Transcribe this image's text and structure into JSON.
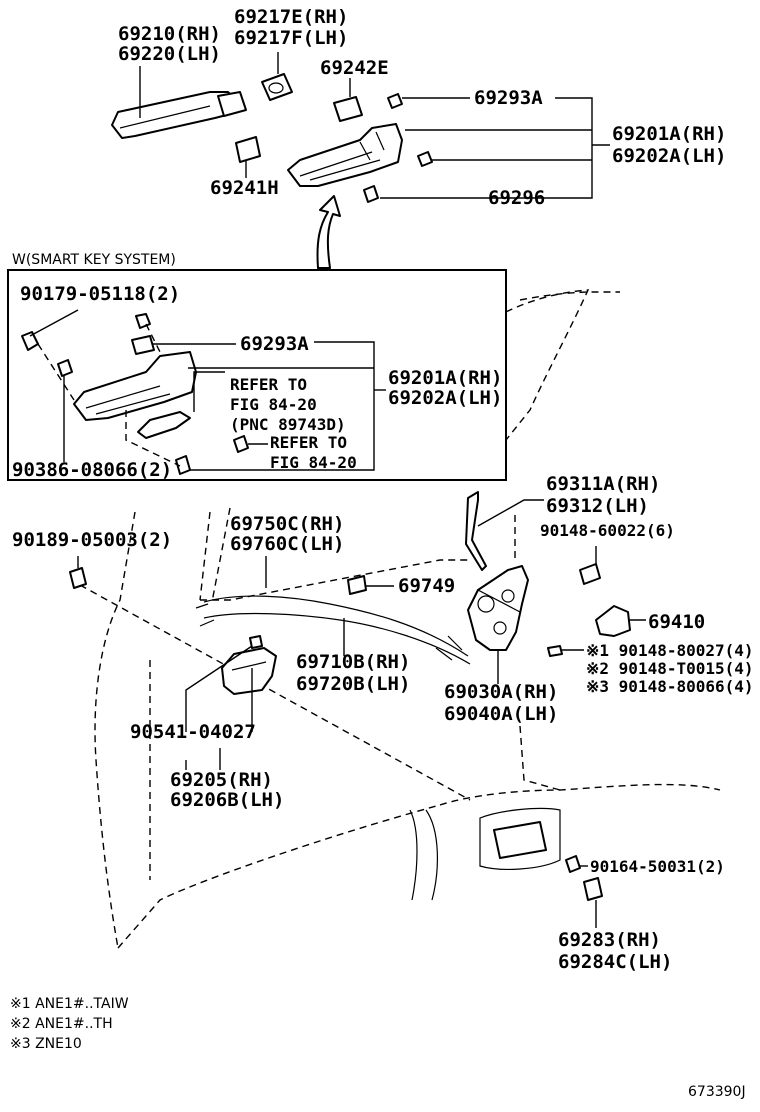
{
  "labels": {
    "p69210": "69210(RH)",
    "p69220": "69220(LH)",
    "p69217E": "69217E(RH)",
    "p69217F": "69217F(LH)",
    "p69242E": "69242E",
    "p69293A_top": "69293A",
    "p69201A_top": "69201A(RH)",
    "p69202A_top": "69202A(LH)",
    "p69241H": "69241H",
    "p69296": "69296",
    "smart_key": "W(SMART KEY SYSTEM)",
    "p90179": "90179-05118(2)",
    "p69293A_box": "69293A",
    "p69201A_box": "69201A(RH)",
    "p69202A_box": "69202A(LH)",
    "refer1_a": "REFER TO",
    "refer1_b": "FIG 84-20",
    "refer1_c": "(PNC 89743D)",
    "refer2_a": "REFER TO",
    "refer2_b": "FIG 84-20",
    "p90386": "90386-08066(2)",
    "p69311A": "69311A(RH)",
    "p69312": "69312(LH)",
    "p90148_60022": "90148-60022(6)",
    "p90189": "90189-05003(2)",
    "p69750C": "69750C(RH)",
    "p69760C": "69760C(LH)",
    "p69749": "69749",
    "p69410": "69410",
    "p90148_80027": "※1 90148-80027(4)",
    "p90148_T0015": "※2 90148-T0015(4)",
    "p90148_80066": "※3 90148-80066(4)",
    "p69710B": "69710B(RH)",
    "p69720B": "69720B(LH)",
    "p69030A": "69030A(RH)",
    "p69040A": "69040A(LH)",
    "p90541": "90541-04027",
    "p69205": "69205(RH)",
    "p69206B": "69206B(LH)",
    "p90164": "90164-50031(2)",
    "p69283": "69283(RH)",
    "p69284C": "69284C(LH)"
  },
  "notes": [
    "※1  ANE1#..TAIW",
    "※2  ANE1#..TH",
    "※3  ZNE10"
  ],
  "figure_code": "673390J"
}
